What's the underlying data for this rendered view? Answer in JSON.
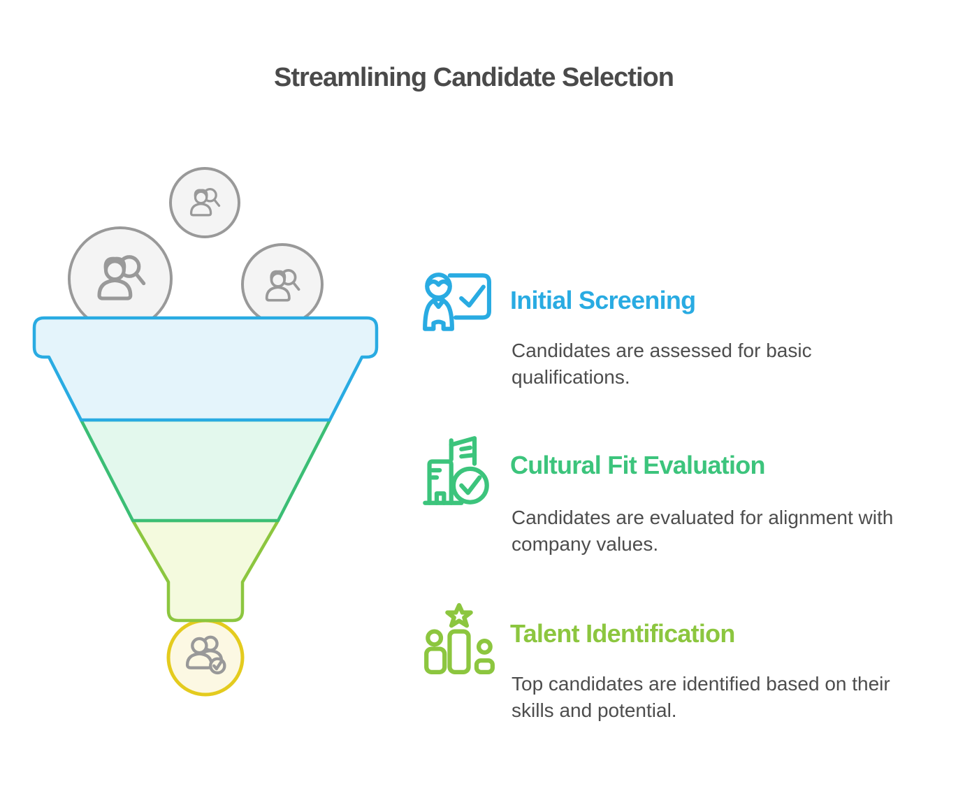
{
  "title": "Streamlining Candidate Selection",
  "colors": {
    "title_text": "#4A4A4A",
    "body_text": "#4D4D4D",
    "blue_accent": "#29ABE2",
    "green_accent": "#3CC47C",
    "lime_accent": "#8CC63F",
    "yellow_accent": "#E4CB1E",
    "gray_accent": "#999999"
  },
  "funnel": {
    "bubbles": "three gray circles with people-search icons falling into funnel",
    "stages": [
      {
        "name": "initial-screening",
        "fill": "#E4F4FB",
        "stroke": "#29ABE2"
      },
      {
        "name": "cultural-fit-evaluation",
        "fill": "#E3F8ED",
        "stroke": "#3BBE75"
      },
      {
        "name": "talent-identification",
        "fill": "#F4FADE",
        "stroke": "#8CC63F"
      }
    ],
    "output_circle": {
      "fill": "#FCF8E3",
      "stroke": "#E4CB1E",
      "icon": "person-check-icon"
    }
  },
  "steps": [
    {
      "heading": "Initial Screening",
      "description": "Candidates are assessed for basic\nqualifications.",
      "color": "#29ABE2",
      "icon": "presenter-checkboard-icon"
    },
    {
      "heading": "Cultural Fit Evaluation",
      "description": "Candidates are evaluated for alignment with\ncompany values.",
      "color": "#3CC47C",
      "icon": "building-check-icon"
    },
    {
      "heading": "Talent Identification",
      "description": "Top candidates are identified based on their\nskills and potential.",
      "color": "#8CC63F",
      "icon": "podium-star-icon"
    }
  ]
}
